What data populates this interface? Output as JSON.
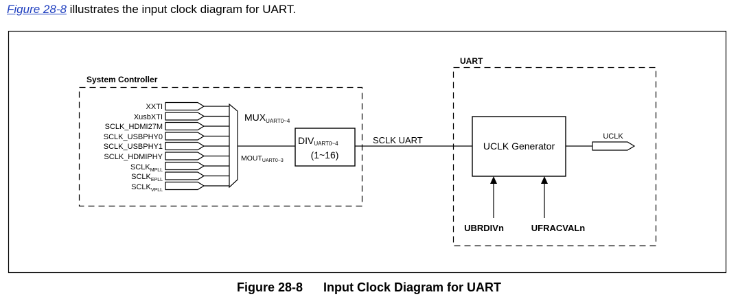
{
  "intro": {
    "link_text": "Figure 28-8",
    "text": " illustrates the input clock diagram for UART."
  },
  "diagram": {
    "system_controller_label": "System Controller",
    "uart_label": "UART",
    "inputs": [
      "XXTI",
      "XusbXTI",
      "SCLK_HDMI27M",
      "SCLK_USBPHY0",
      "SCLK_USBPHY1",
      "SCLK_HDMIPHY"
    ],
    "pll_inputs": [
      {
        "base": "SCLK",
        "sub": "MPLL"
      },
      {
        "base": "SCLK",
        "sub": "EPLL"
      },
      {
        "base": "SCLK",
        "sub": "VPLL"
      }
    ],
    "mux": {
      "base": "MUX",
      "sub": "UART0~4"
    },
    "mout": {
      "base": "MOUT",
      "sub": "UART0~3"
    },
    "div": {
      "base": "DIV",
      "sub": "UART0~4",
      "range": "(1~16)"
    },
    "sclk_uart": "SCLK UART",
    "generator": "UCLK Generator",
    "uclk": "UCLK",
    "ubrdiv": "UBRDIVn",
    "ufracval": "UFRACVALn"
  },
  "caption": {
    "number": "Figure 28-8",
    "title": "Input Clock Diagram for UART"
  }
}
